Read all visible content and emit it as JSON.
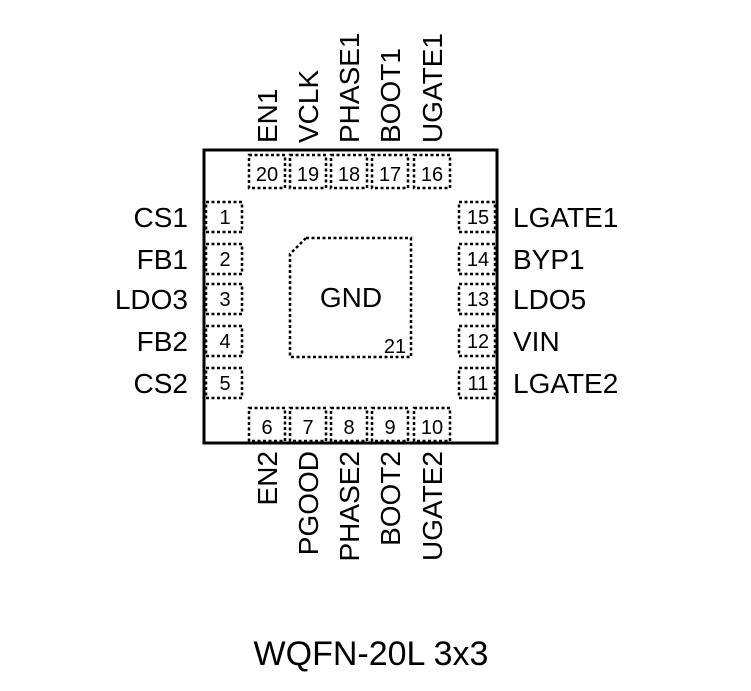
{
  "package": {
    "caption": "WQFN-20L 3x3",
    "exposed_pad": {
      "label": "GND",
      "number": "21"
    },
    "pins": {
      "left": [
        {
          "num": "1",
          "name": "CS1"
        },
        {
          "num": "2",
          "name": "FB1"
        },
        {
          "num": "3",
          "name": "LDO3"
        },
        {
          "num": "4",
          "name": "FB2"
        },
        {
          "num": "5",
          "name": "CS2"
        }
      ],
      "right": [
        {
          "num": "15",
          "name": "LGATE1"
        },
        {
          "num": "14",
          "name": "BYP1"
        },
        {
          "num": "13",
          "name": "LDO5"
        },
        {
          "num": "12",
          "name": "VIN"
        },
        {
          "num": "11",
          "name": "LGATE2"
        }
      ],
      "top": [
        {
          "num": "20",
          "name": "EN1"
        },
        {
          "num": "19",
          "name": "VCLK"
        },
        {
          "num": "18",
          "name": "PHASE1"
        },
        {
          "num": "17",
          "name": "BOOT1"
        },
        {
          "num": "16",
          "name": "UGATE1"
        }
      ],
      "bottom": [
        {
          "num": "6",
          "name": "EN2"
        },
        {
          "num": "7",
          "name": "PGOOD"
        },
        {
          "num": "8",
          "name": "PHASE2"
        },
        {
          "num": "9",
          "name": "BOOT2"
        },
        {
          "num": "10",
          "name": "UGATE2"
        }
      ]
    }
  }
}
